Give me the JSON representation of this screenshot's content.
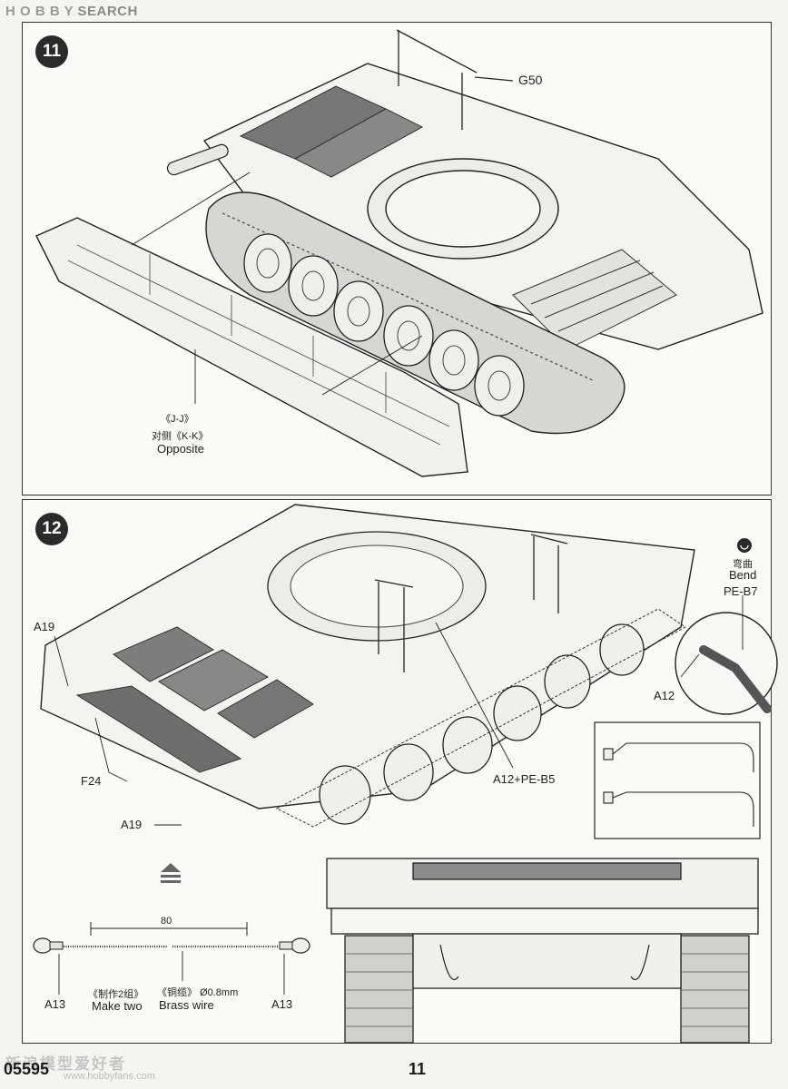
{
  "watermark": {
    "brand": "H O B B Y",
    "rest": "SEARCH"
  },
  "step11": {
    "number": "11",
    "callouts": {
      "g50": "G50"
    },
    "note": {
      "line1": "《J-J》",
      "line2": "对侧《K-K》",
      "line3": "Opposite"
    }
  },
  "step12": {
    "number": "12",
    "callouts": {
      "a19_top": "A19",
      "f24": "F24",
      "a19_bottom": "A19",
      "a12_pe_b5": "A12+PE-B5",
      "a12_inset": "A12"
    },
    "bend": {
      "cn": "弯曲",
      "en": "Bend",
      "part": "PE-B7"
    },
    "wire": {
      "length": "80",
      "left_part": "A13",
      "right_part": "A13",
      "make_cn": "《制作2组》",
      "make_en": "Make two",
      "wire_cn": "《铜缆》 Ø0.8mm",
      "wire_en": "Brass wire"
    }
  },
  "footer": {
    "code": "05595",
    "page": "11",
    "watermark": "新浪模型爱好者",
    "watermark_url": "www.hobbyfans.com"
  }
}
